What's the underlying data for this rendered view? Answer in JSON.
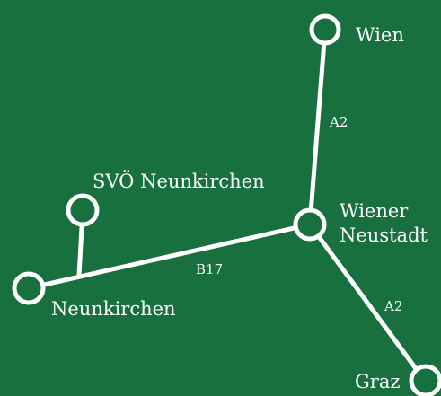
{
  "map": {
    "colors": {
      "background": "#17703e",
      "foreground": "#ffffff"
    },
    "places": {
      "wien": "Wien",
      "svo": "SVÖ Neunkirchen",
      "wiener_neustadt_line1": "Wiener",
      "wiener_neustadt_line2": "Neustadt",
      "neunkirchen": "Neunkirchen",
      "graz": "Graz"
    },
    "roads": {
      "a2_north": "A2",
      "b17": "B17",
      "a2_south": "A2"
    },
    "node_icon": "circle-marker"
  }
}
